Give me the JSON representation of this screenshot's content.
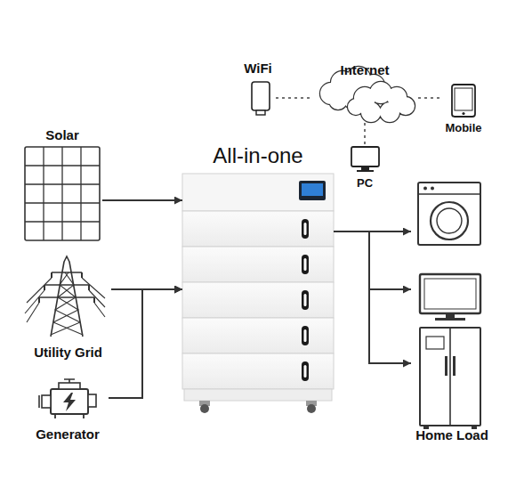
{
  "diagram": {
    "nodes": [
      {
        "text": [
          "WiFi"
        ]
      },
      {
        "text": [
          "Internet"
        ]
      },
      {
        "text": [
          "Mobile"
        ]
      },
      {
        "text": [
          "Solar"
        ]
      },
      {
        "text": [
          "All-in-one"
        ]
      },
      {
        "text": [
          "PC"
        ]
      },
      {
        "text": [
          "Utility Grid"
        ]
      },
      {
        "text": [
          "Home Load"
        ]
      },
      {
        "text": [
          "Generator"
        ]
      }
    ],
    "edges": [
      {
        "from": 0,
        "to": 1,
        "arrow": "none"
      },
      {
        "from": 1,
        "to": 2,
        "arrow": "none"
      },
      {
        "from": 1,
        "to": 5,
        "arrow": "none"
      },
      {
        "from": 3,
        "to": 4,
        "arrow": "to"
      },
      {
        "from": 6,
        "to": 4,
        "arrow": "to"
      },
      {
        "from": 8,
        "to": 4,
        "arrow": "to"
      },
      {
        "from": 4,
        "to": 7,
        "arrow": "to"
      }
    ]
  }
}
